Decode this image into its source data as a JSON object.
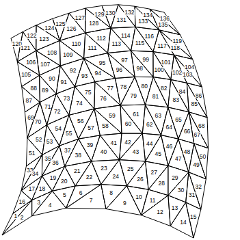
{
  "diagram": {
    "labels": [
      "1",
      "2",
      "3",
      "4",
      "5",
      "6",
      "7",
      "8",
      "9",
      "10",
      "11",
      "12",
      "13",
      "14",
      "15",
      "16",
      "17",
      "18",
      "19",
      "20",
      "21",
      "22",
      "23",
      "24",
      "25",
      "26",
      "27",
      "28",
      "29",
      "30",
      "31",
      "32",
      "33",
      "34",
      "35",
      "36",
      "37",
      "38",
      "39",
      "40",
      "41",
      "42",
      "43",
      "44",
      "45",
      "46",
      "47",
      "48",
      "49",
      "50",
      "51",
      "52",
      "53",
      "54",
      "55",
      "56",
      "57",
      "58",
      "59",
      "60",
      "61",
      "62",
      "63",
      "64",
      "65",
      "66",
      "67",
      "68",
      "69",
      "70",
      "71",
      "72",
      "73",
      "74",
      "75",
      "76",
      "77",
      "78",
      "79",
      "80",
      "81",
      "82",
      "83",
      "84",
      "85",
      "86",
      "87",
      "88",
      "89",
      "90",
      "91",
      "92",
      "93",
      "94",
      "95",
      "96",
      "97",
      "98",
      "99",
      "100",
      "101",
      "102",
      "103",
      "104",
      "105",
      "106",
      "107",
      "108",
      "109",
      "110",
      "111",
      "112",
      "113",
      "114",
      "115",
      "116",
      "117",
      "118",
      "119",
      "120",
      "121",
      "122",
      "123",
      "124",
      "125",
      "126",
      "127",
      "128",
      "129",
      "130",
      "131",
      "132",
      "133",
      "134",
      "135",
      "136"
    ]
  }
}
